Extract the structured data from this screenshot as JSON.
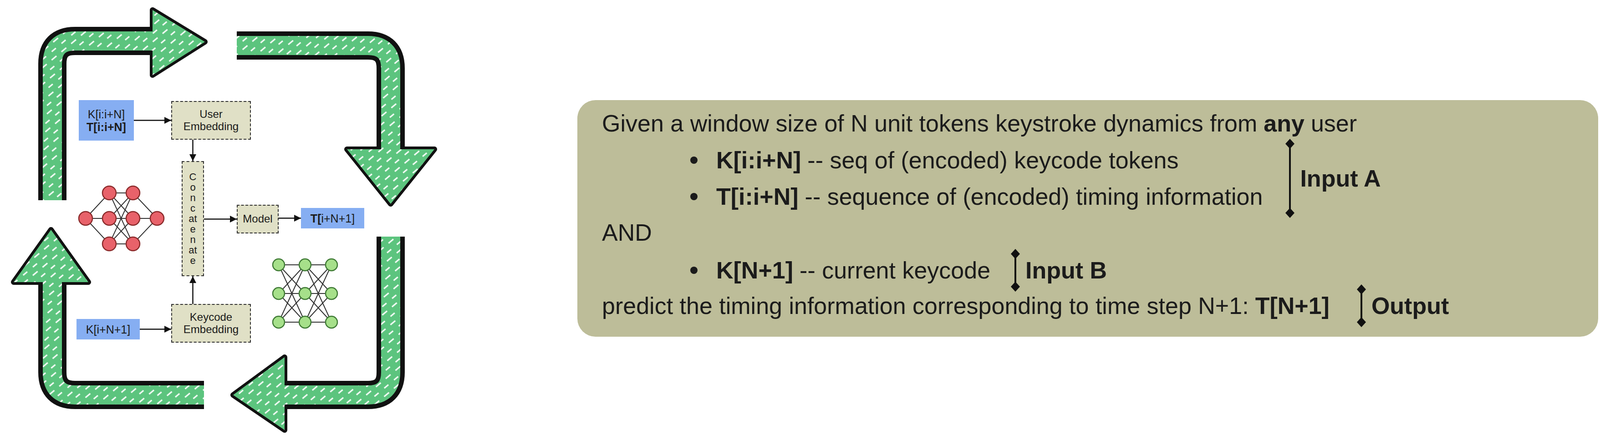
{
  "diagram": {
    "nodes": [
      {
        "text": [
          "K[i:i+N]",
          "T[i:i+N]"
        ]
      },
      {
        "text": [
          "User Embedding"
        ]
      },
      {
        "text": [
          "Concatenate"
        ]
      },
      {
        "text": [
          "Model"
        ]
      },
      {
        "text": [
          "T[i+N+1]"
        ]
      },
      {
        "text": [
          "K[i+N+1]"
        ]
      },
      {
        "text": [
          "Keycode Embedding"
        ]
      },
      {
        "text": [
          "Given a window size of N unit tokens keystroke dynamics from",
          "any",
          "user",
          "K[i:i+N]",
          "-- seq of (encoded) keycode tokens",
          "T[i:i+N]",
          "-- sequence of (encoded) timing information",
          "Input A",
          "AND",
          "K[N+1]",
          "-- current keycode",
          "Input B",
          "predict the timing information corresponding to time step N+1:",
          "T[N+1]",
          "Output"
        ]
      }
    ],
    "edges": [
      {
        "from": 0,
        "to": 1,
        "arrow": "to"
      },
      {
        "from": 1,
        "to": 2,
        "arrow": "to"
      },
      {
        "from": 6,
        "to": 2,
        "arrow": "to"
      },
      {
        "from": 2,
        "to": 3,
        "arrow": "to"
      },
      {
        "from": 3,
        "to": 4,
        "arrow": "to"
      },
      {
        "from": 5,
        "to": 6,
        "arrow": "to"
      }
    ]
  }
}
